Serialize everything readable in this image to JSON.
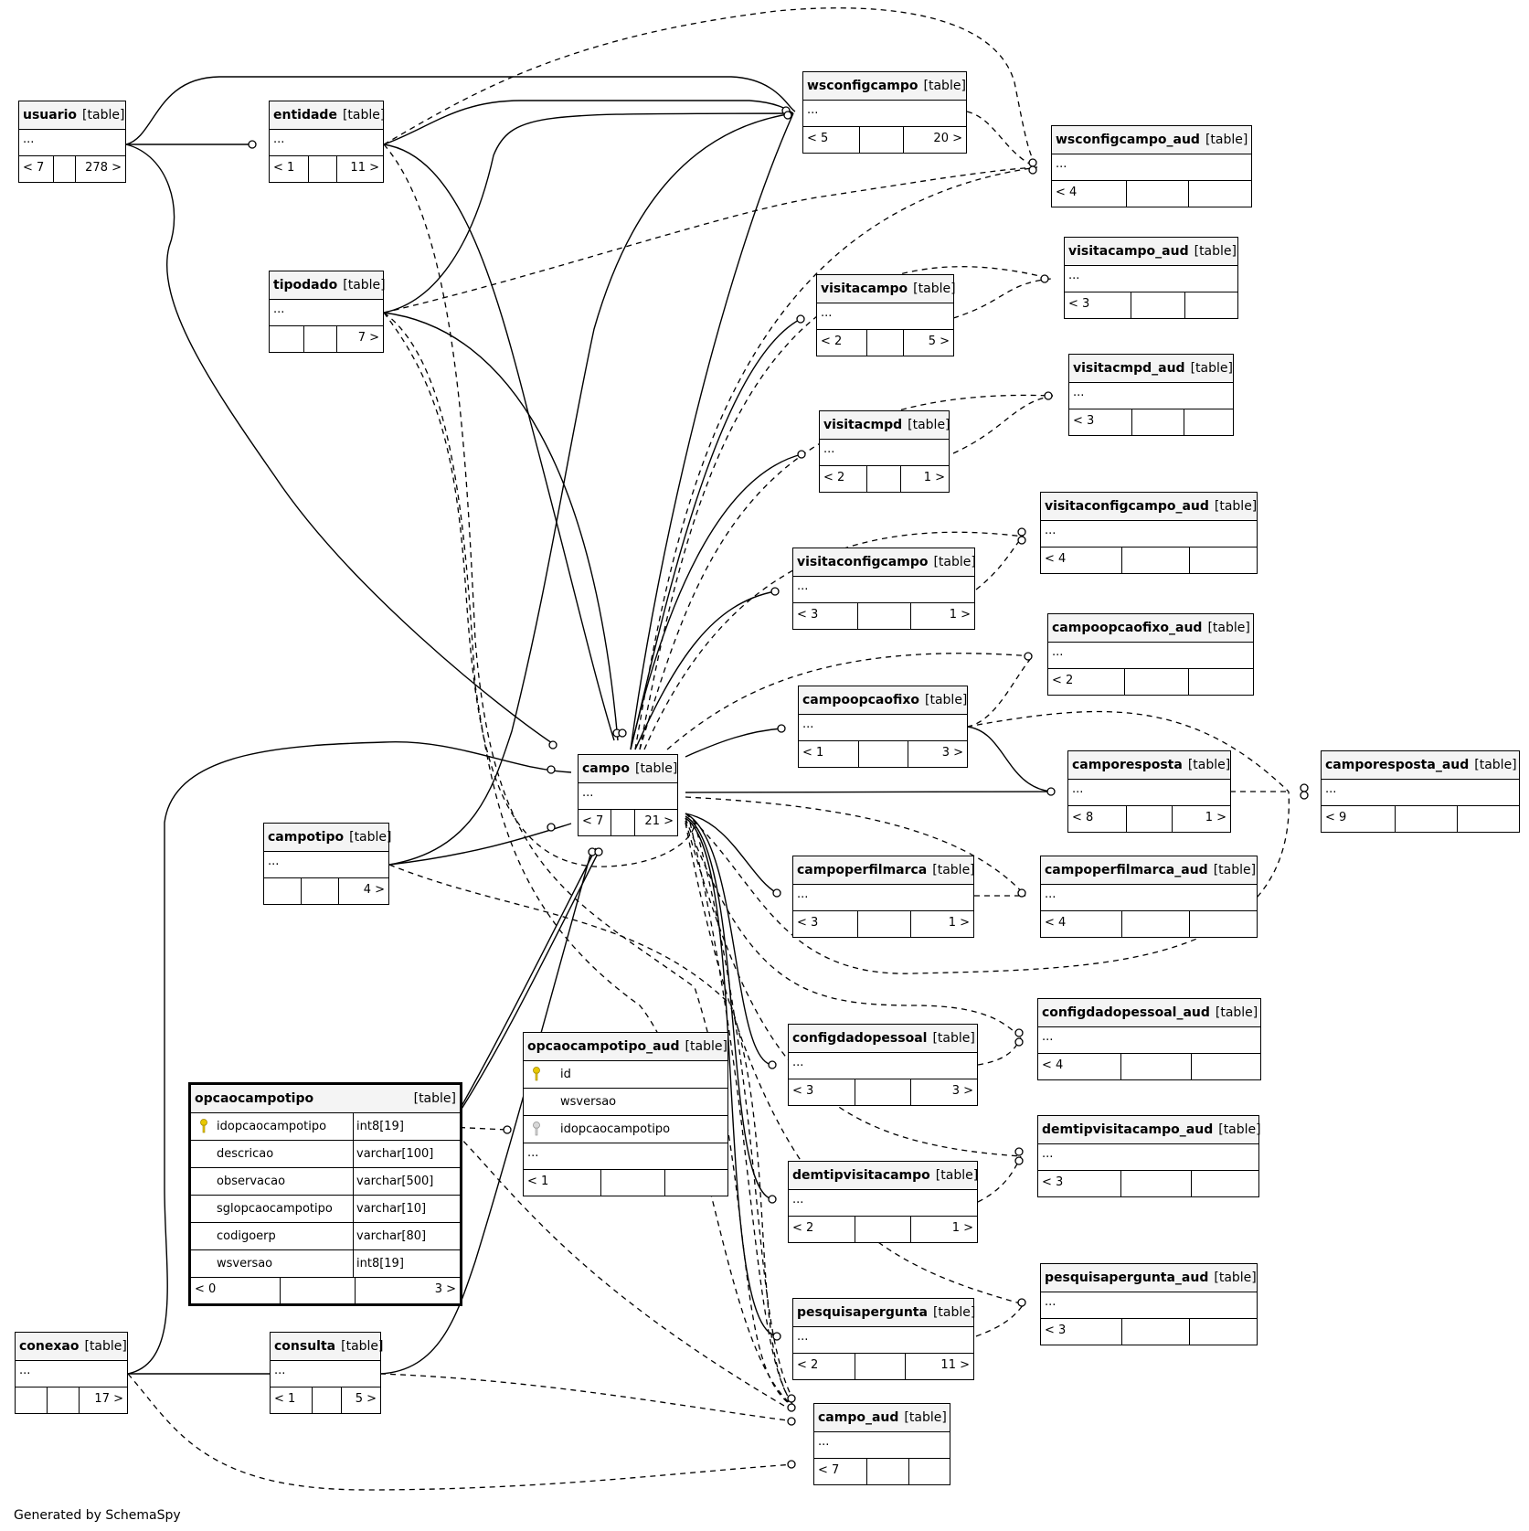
{
  "kind_label": "[table]",
  "footer": "Generated by SchemaSpy",
  "tables": {
    "usuario": {
      "name": "usuario",
      "dots": "...",
      "parents": "< 7",
      "mid": "",
      "children": "278 >"
    },
    "entidade": {
      "name": "entidade",
      "dots": "...",
      "parents": "< 1",
      "mid": "",
      "children": "11 >"
    },
    "tipodado": {
      "name": "tipodado",
      "dots": "...",
      "parents": "",
      "mid": "",
      "children": "7 >"
    },
    "campotipo": {
      "name": "campotipo",
      "dots": "...",
      "parents": "",
      "mid": "",
      "children": "4 >"
    },
    "conexao": {
      "name": "conexao",
      "dots": "...",
      "parents": "",
      "mid": "",
      "children": "17 >"
    },
    "consulta": {
      "name": "consulta",
      "dots": "...",
      "parents": "< 1",
      "mid": "",
      "children": "5 >"
    },
    "campo": {
      "name": "campo",
      "dots": "...",
      "parents": "< 7",
      "mid": "",
      "children": "21 >"
    },
    "wsconfigcampo": {
      "name": "wsconfigcampo",
      "dots": "...",
      "parents": "< 5",
      "mid": "",
      "children": "20 >"
    },
    "wsconfigcampo_aud": {
      "name": "wsconfigcampo_aud",
      "dots": "...",
      "parents": "< 4",
      "mid": "",
      "children": ""
    },
    "visitacampo_aud": {
      "name": "visitacampo_aud",
      "dots": "...",
      "parents": "< 3",
      "mid": "",
      "children": ""
    },
    "visitacampo": {
      "name": "visitacampo",
      "dots": "...",
      "parents": "< 2",
      "mid": "",
      "children": "5 >"
    },
    "visitacmpd_aud": {
      "name": "visitacmpd_aud",
      "dots": "...",
      "parents": "< 3",
      "mid": "",
      "children": ""
    },
    "visitacmpd": {
      "name": "visitacmpd",
      "dots": "...",
      "parents": "< 2",
      "mid": "",
      "children": "1 >"
    },
    "visitaconfigcampo_aud": {
      "name": "visitaconfigcampo_aud",
      "dots": "...",
      "parents": "< 4",
      "mid": "",
      "children": ""
    },
    "visitaconfigcampo": {
      "name": "visitaconfigcampo",
      "dots": "...",
      "parents": "< 3",
      "mid": "",
      "children": "1 >"
    },
    "campoopcaofixo_aud": {
      "name": "campoopcaofixo_aud",
      "dots": "...",
      "parents": "< 2",
      "mid": "",
      "children": ""
    },
    "campoopcaofixo": {
      "name": "campoopcaofixo",
      "dots": "...",
      "parents": "< 1",
      "mid": "",
      "children": "3 >"
    },
    "camporesposta": {
      "name": "camporesposta",
      "dots": "...",
      "parents": "< 8",
      "mid": "",
      "children": "1 >"
    },
    "camporesposta_aud": {
      "name": "camporesposta_aud",
      "dots": "...",
      "parents": "< 9",
      "mid": "",
      "children": ""
    },
    "campoperfilmarca": {
      "name": "campoperfilmarca",
      "dots": "...",
      "parents": "< 3",
      "mid": "",
      "children": "1 >"
    },
    "campoperfilmarca_aud": {
      "name": "campoperfilmarca_aud",
      "dots": "...",
      "parents": "< 4",
      "mid": "",
      "children": ""
    },
    "configdadopessoal_aud": {
      "name": "configdadopessoal_aud",
      "dots": "...",
      "parents": "< 4",
      "mid": "",
      "children": ""
    },
    "configdadopessoal": {
      "name": "configdadopessoal",
      "dots": "...",
      "parents": "< 3",
      "mid": "",
      "children": "3 >"
    },
    "demtipvisitacampo_aud": {
      "name": "demtipvisitacampo_aud",
      "dots": "...",
      "parents": "< 3",
      "mid": "",
      "children": ""
    },
    "demtipvisitacampo": {
      "name": "demtipvisitacampo",
      "dots": "...",
      "parents": "< 2",
      "mid": "",
      "children": "1 >"
    },
    "pesquisapergunta_aud": {
      "name": "pesquisapergunta_aud",
      "dots": "...",
      "parents": "< 3",
      "mid": "",
      "children": ""
    },
    "pesquisapergunta": {
      "name": "pesquisapergunta",
      "dots": "...",
      "parents": "< 2",
      "mid": "",
      "children": "11 >"
    },
    "campo_aud": {
      "name": "campo_aud",
      "dots": "...",
      "parents": "< 7",
      "mid": "",
      "children": ""
    }
  },
  "opcaocampotipo": {
    "name": "opcaocampotipo",
    "columns": [
      {
        "name": "idopcaocampotipo",
        "type": "int8[19]",
        "key": "primary"
      },
      {
        "name": "descricao",
        "type": "varchar[100]",
        "key": ""
      },
      {
        "name": "observacao",
        "type": "varchar[500]",
        "key": ""
      },
      {
        "name": "sglopcaocampotipo",
        "type": "varchar[10]",
        "key": ""
      },
      {
        "name": "codigoerp",
        "type": "varchar[80]",
        "key": ""
      },
      {
        "name": "wsversao",
        "type": "int8[19]",
        "key": ""
      }
    ],
    "parents": "< 0",
    "mid": "",
    "children": "3 >"
  },
  "opcaocampotipo_aud": {
    "name": "opcaocampotipo_aud",
    "columns": [
      {
        "name": "id",
        "key": "primary"
      },
      {
        "name": "wsversao",
        "key": ""
      },
      {
        "name": "idopcaocampotipo",
        "key": "foreign"
      }
    ],
    "dots": "...",
    "parents": "< 1",
    "mid": "",
    "children": ""
  }
}
